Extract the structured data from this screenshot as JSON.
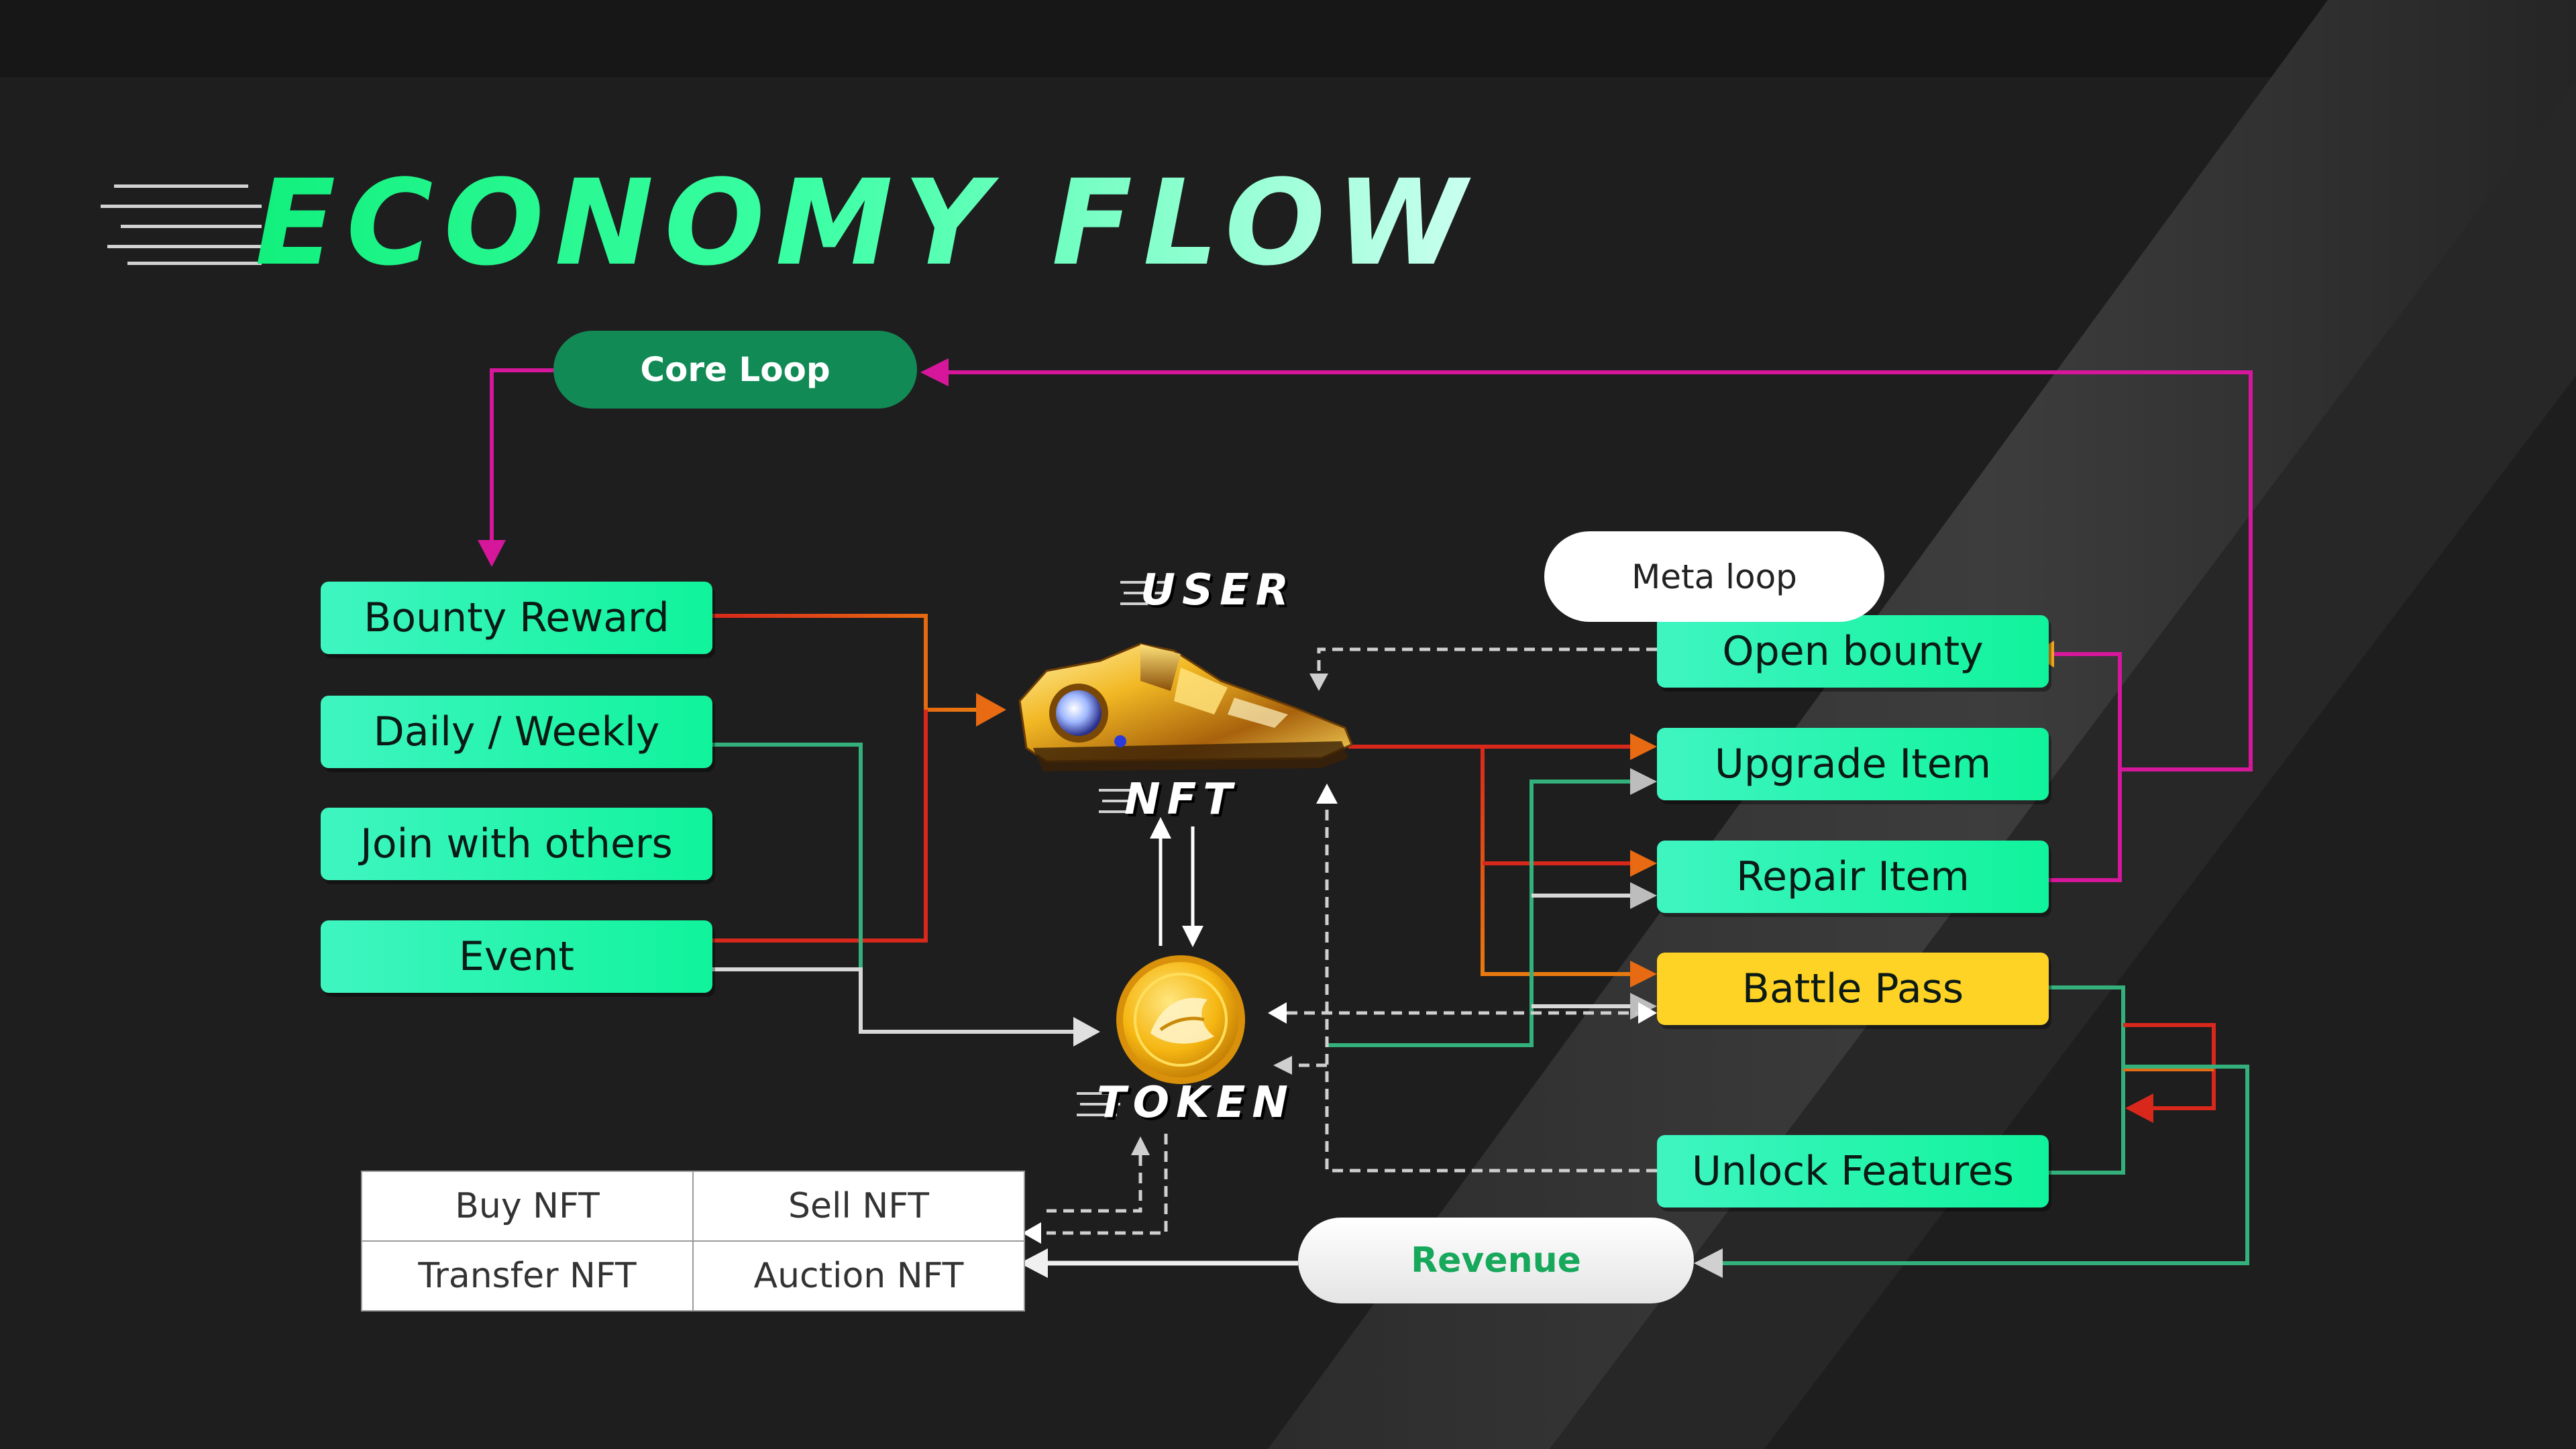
{
  "title": "ECONOMY FLOW",
  "core_loop": {
    "label": "Core Loop"
  },
  "meta_loop": {
    "label": "Meta loop"
  },
  "revenue": {
    "label": "Revenue"
  },
  "left_boxes": [
    "Bounty Reward",
    "Daily / Weekly",
    "Join with others",
    "Event"
  ],
  "right_boxes": {
    "open_bounty": "Open bounty",
    "upgrade_item": "Upgrade Item",
    "repair_item": "Repair Item",
    "battle_pass": "Battle Pass",
    "unlock_features": "Unlock Features"
  },
  "center": {
    "user_label": "USER",
    "nft_label": "NFT",
    "token_label": "TOKEN"
  },
  "market": {
    "buy": "Buy NFT",
    "sell": "Sell NFT",
    "transfer": "Transfer NFT",
    "auction": "Auction NFT"
  },
  "colors": {
    "background": "#1f1f1f",
    "box_green": "#10f39b",
    "box_yellow": "#fed325",
    "core_loop_fill": "#128a55",
    "magenta": "#d6179c",
    "red": "#d8281c",
    "orange": "#e86a12",
    "teal": "#33b07c",
    "dashed": "#cfcfcf",
    "revenue_text": "#18a85c"
  }
}
